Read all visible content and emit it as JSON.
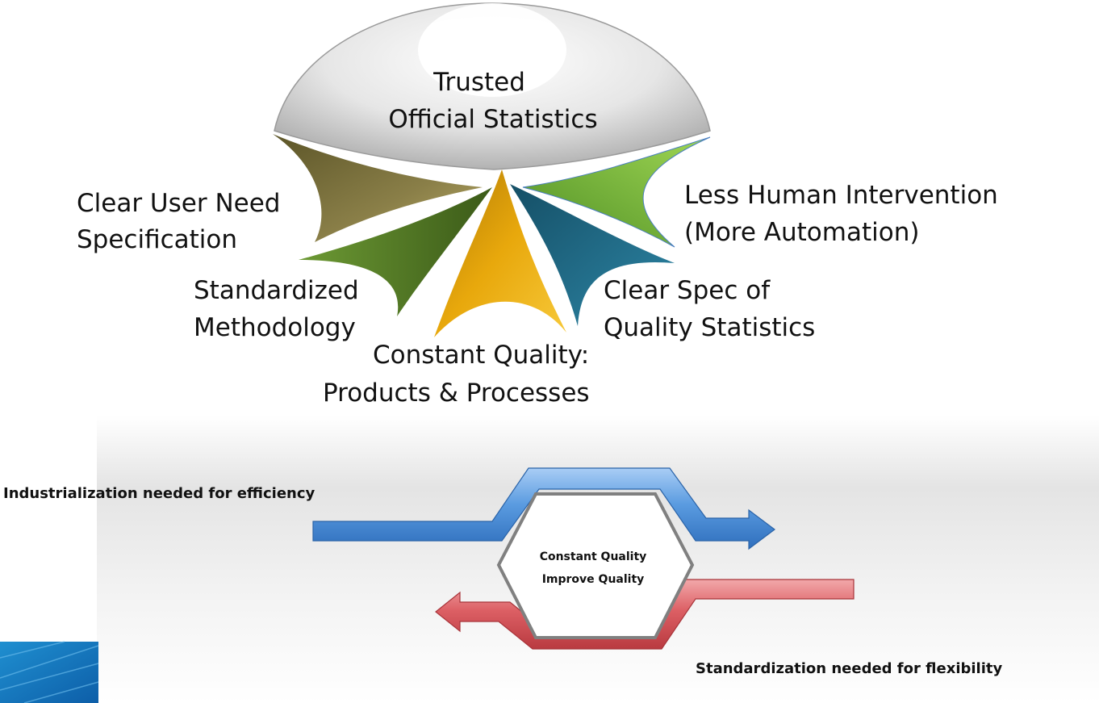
{
  "dome": {
    "line1": "Trusted",
    "line2": "Official Statistics"
  },
  "pillars": [
    {
      "id": "user-need",
      "line1": "Clear User Need",
      "line2": "Specification"
    },
    {
      "id": "methodology",
      "line1": "Standardized",
      "line2": "Methodology"
    },
    {
      "id": "constant-quality",
      "line1": "Constant Quality:",
      "line2": "Products & Processes"
    },
    {
      "id": "quality-spec",
      "line1": "Clear Spec of",
      "line2": "Quality Statistics"
    },
    {
      "id": "automation",
      "line1": "Less Human Intervention",
      "line2": "(More Automation)"
    }
  ],
  "flow": {
    "top_label": "Industrialization needed for efficiency",
    "bottom_label": "Standardization needed for flexibility",
    "center_line1": "Constant Quality",
    "center_line2": "Improve Quality"
  },
  "colors": {
    "petal_olive": "#7d7440",
    "petal_green": "#4f7a24",
    "petal_gold": "#e6a50a",
    "petal_teal": "#1f6e8a",
    "petal_lime": "#7fbf3a",
    "arrow_blue": "#4a8fd8",
    "arrow_red": "#d9535a",
    "hex_border": "#808080"
  }
}
